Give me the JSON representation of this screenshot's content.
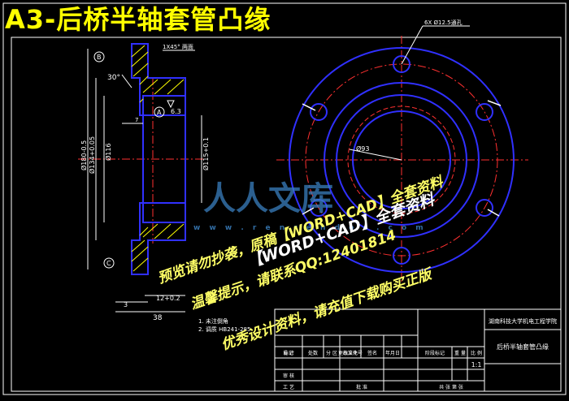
{
  "drawing": {
    "title": "A3-后桥半轴套管凸缘",
    "left_view_annotations": {
      "chamfer_note": "1X45° 两面",
      "datum_b": "B",
      "datum_a": "A",
      "datum_c": "C",
      "angle": "30°",
      "dim_7": "7",
      "dim_63": "6.3",
      "dia_180": "Ø180-0.5",
      "dia_134": "Ø134+0.05",
      "dia_116": "Ø116",
      "dia_115": "Ø115+0.1",
      "dim_12": "12+0.2",
      "dim_3": "3",
      "dim_38": "38"
    },
    "front_view_annotations": {
      "holes_note": "6X Ø12.5通孔",
      "dia_93": "Ø93"
    }
  },
  "title_block": {
    "school": "湖南科技大学机电工程学院",
    "part_name": "后桥半轴套管凸缘",
    "scale": "1:1",
    "headers": [
      "标记",
      "处数",
      "分 区",
      "更改文件号",
      "签名",
      "年月日"
    ],
    "row2": [
      "设 计",
      "",
      "标准化",
      "",
      "阶段标记",
      "重 量",
      "比 例"
    ],
    "row3": [
      "审 核",
      "",
      "",
      "",
      "",
      ""
    ],
    "row4": [
      "工 艺",
      "",
      "批 准",
      "",
      "共 张 第 张"
    ],
    "notes": [
      "1. 未注倒角",
      "2. 调质 HB241-285"
    ]
  },
  "watermark": {
    "line1": "预览请勿抄袭，原稿【WORD+CAD】全套资料",
    "line2": "温馨提示，请联系QQ:12401814",
    "line3": "优秀设计资料，请充值下载购买正版",
    "line4": "【WORD+CAD】全套资料",
    "brand": "人人文库",
    "brand_url": "w w w . r e n r e n d o c . c o m"
  },
  "colors": {
    "outline": "#ffffff",
    "part": "#1010ff",
    "hatch": "#ffff00",
    "center": "#ff3030",
    "title": "#ffff00",
    "dim": "#ffffff"
  }
}
